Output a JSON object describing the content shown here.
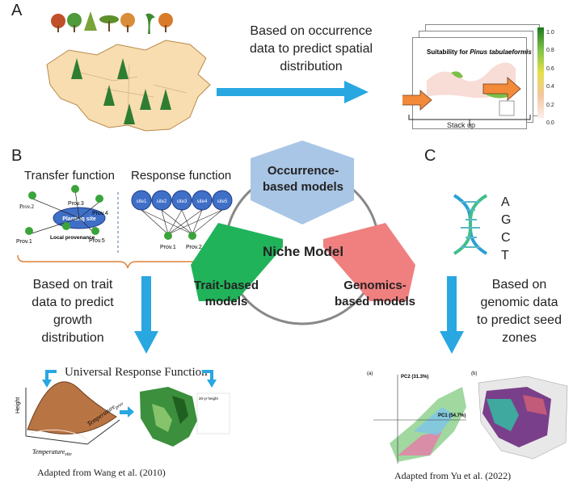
{
  "panels": {
    "a": {
      "letter": "A",
      "caption_lines": [
        "Based on occurrence",
        "data to predict spatial",
        "distribution"
      ],
      "map_title_prefix": "Suitability for ",
      "map_title_species": "Pinus tabulaeformis",
      "stack_label": "Stack up",
      "legend_ticks": [
        "1.0",
        "0.8",
        "0.6",
        "0.4",
        "0.2",
        "0.0"
      ]
    },
    "b": {
      "letter": "B",
      "transfer_label": "Transfer function",
      "response_label": "Response function",
      "planting_site": "Planting site",
      "local_provenance": "Local provenance",
      "provenances": [
        "Prov.2",
        "Prov.3",
        "Prov.4",
        "Prov.1",
        "Prov.5"
      ],
      "sites": [
        "site1",
        "site2",
        "site3",
        "site4",
        "site5"
      ],
      "response_provs": [
        "Prov.1",
        "Prov.2"
      ],
      "caption_lines": [
        "Based on trait",
        "data to predict",
        "growth",
        "distribution"
      ],
      "urf_title": "Universal Response Function",
      "credit": "Adapted from Wang et al. (2010)"
    },
    "c": {
      "letter": "C",
      "bases": [
        "A",
        "G",
        "C",
        "T"
      ],
      "caption_lines": [
        "Based on",
        "genomic data",
        "to predict seed",
        "zones"
      ],
      "credit": "Adapted from Yu et al. (2022)",
      "pc_labels": {
        "pc1": "PC1 (54.7%)",
        "pc2": "PC2 (31.3%)"
      },
      "plot_tags": [
        "(a)",
        "(b)"
      ]
    }
  },
  "center": {
    "title": "Niche Model",
    "occurrence_lines": [
      "Occurrence-",
      "based models"
    ],
    "trait_lines": [
      "Trait-based",
      "models"
    ],
    "genomics_lines": [
      "Genomics-",
      "based models"
    ]
  },
  "colors": {
    "arrow": "#29a7e1",
    "occurrence": "#a9c6e6",
    "trait": "#21b35a",
    "genomics": "#f08080",
    "brace": "#e0823a"
  }
}
